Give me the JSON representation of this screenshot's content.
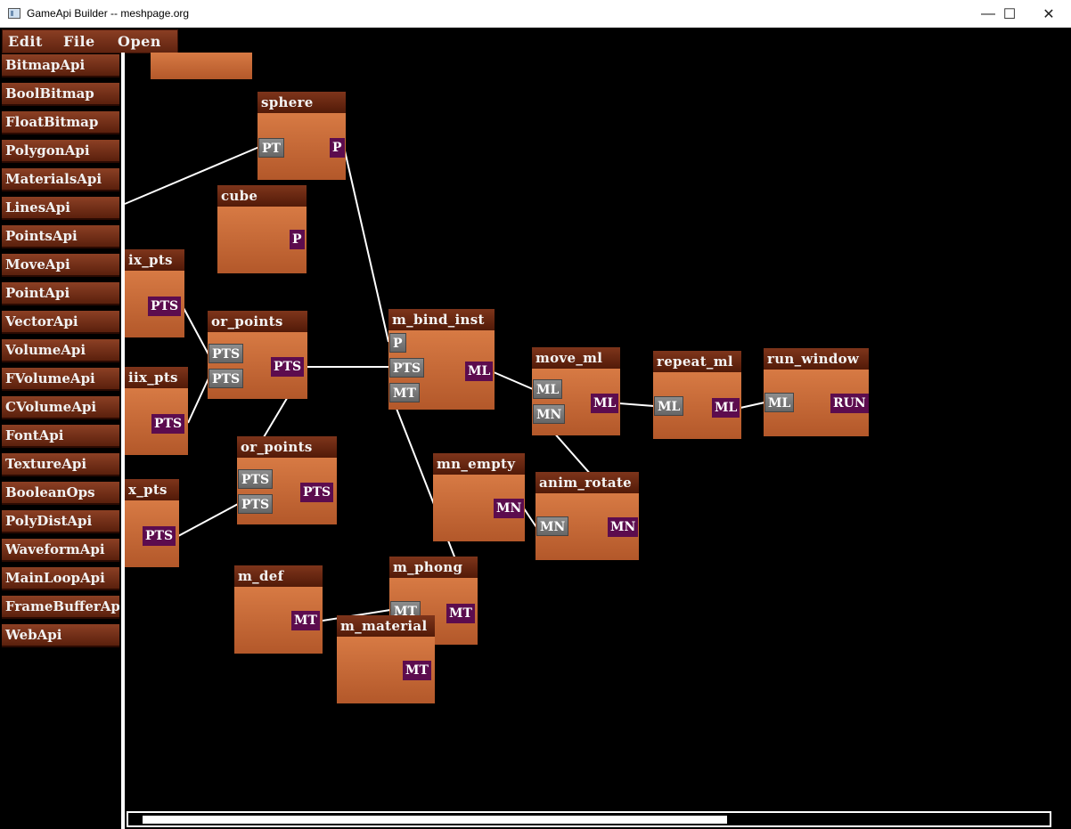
{
  "window": {
    "title": "GameApi Builder -- meshpage.org",
    "minimize_glyph": "—",
    "maximize_glyph": "☐",
    "close_glyph": "✕"
  },
  "menubar": {
    "items": [
      "Edit",
      "File",
      "Open"
    ]
  },
  "api_list": [
    "BitmapApi",
    "BoolBitmap",
    "FloatBitmap",
    "PolygonApi",
    "MaterialsApi",
    "LinesApi",
    "PointsApi",
    "MoveApi",
    "PointApi",
    "VectorApi",
    "VolumeApi",
    "FVolumeApi",
    "CVolumeApi",
    "FontApi",
    "TextureApi",
    "BooleanOps",
    "PolyDistApi",
    "WaveformApi",
    "MainLoopApi",
    "FrameBufferApi",
    "WebApi"
  ],
  "nodes": {
    "sphere": {
      "title": "sphere",
      "in": [
        "PT"
      ],
      "out": "P"
    },
    "cube": {
      "title": "cube",
      "out": "P"
    },
    "mix_pts_1": {
      "title": "ix_pts",
      "out": "PTS"
    },
    "mix_pts_2": {
      "title": "iix_pts",
      "out": "PTS"
    },
    "mix_pts_3": {
      "title": "x_pts",
      "out": "PTS"
    },
    "or_points_1": {
      "title": "or_points",
      "in": [
        "PTS",
        "PTS"
      ],
      "out": "PTS"
    },
    "or_points_2": {
      "title": "or_points",
      "in": [
        "PTS",
        "PTS"
      ],
      "out": "PTS"
    },
    "m_bind_inst": {
      "title": "m_bind_inst",
      "in": [
        "P",
        "PTS",
        "MT"
      ],
      "out": "ML"
    },
    "move_ml": {
      "title": "move_ml",
      "in": [
        "ML",
        "MN"
      ],
      "out": "ML"
    },
    "repeat_ml": {
      "title": "repeat_ml",
      "in": [
        "ML"
      ],
      "out": "ML"
    },
    "run_window": {
      "title": "run_window",
      "in": [
        "ML"
      ],
      "out": "RUN"
    },
    "mn_empty": {
      "title": "mn_empty",
      "out": "MN"
    },
    "anim_rotate": {
      "title": "anim_rotate",
      "in": [
        "MN"
      ],
      "out": "MN"
    },
    "m_def": {
      "title": "m_def",
      "out": "MT"
    },
    "m_phong": {
      "title": "m_phong",
      "in": [
        "MT"
      ],
      "out": "MT"
    },
    "m_material": {
      "title": "m_material",
      "out": "MT"
    }
  },
  "scrollbar": {
    "position": 0.015,
    "visible_fraction": 0.63
  }
}
